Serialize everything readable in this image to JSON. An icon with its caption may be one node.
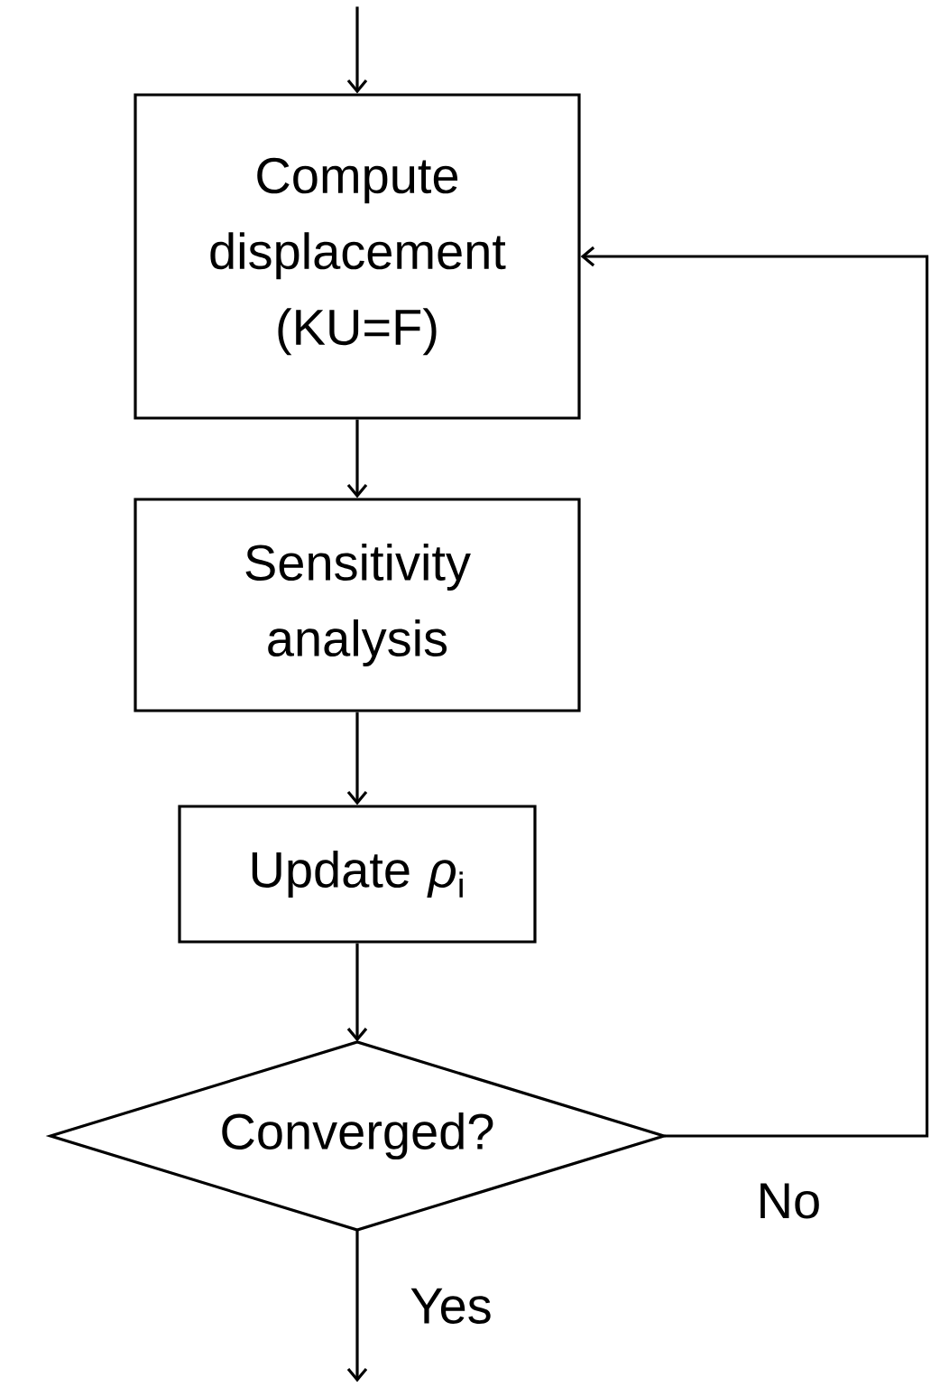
{
  "diagram": {
    "nodes": [
      {
        "text": [
          "Compute displacement (KU=F)"
        ]
      },
      {
        "text": [
          "Sensitivity analysis"
        ]
      },
      {
        "text": [
          "Update *ρ*$_{i}$"
        ]
      },
      {
        "text": [
          "Converged?"
        ]
      }
    ],
    "edges": [
      {
        "from": null,
        "to": 0,
        "arrow": "to"
      },
      {
        "from": 0,
        "to": 1,
        "arrow": "to"
      },
      {
        "from": 1,
        "to": 2,
        "arrow": "to"
      },
      {
        "from": 2,
        "to": 3,
        "arrow": "to"
      },
      {
        "from": 3,
        "to": 0,
        "arrow": "to",
        "label": "No"
      },
      {
        "from": 3,
        "to": null,
        "arrow": "to",
        "label": "Yes"
      }
    ]
  }
}
